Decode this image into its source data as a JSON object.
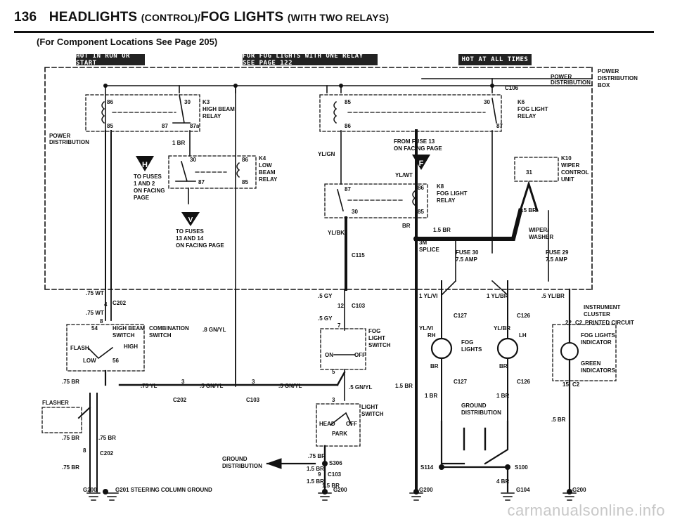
{
  "page": {
    "number": "136",
    "title_main": "HEADLIGHTS",
    "title_control": "(CONTROL)/",
    "title_fog": "FOG LIGHTS",
    "title_relays": "(WITH TWO RELAYS)",
    "subtitle": "(For Component Locations See Page 205)"
  },
  "bars": {
    "hot_in_run": "HOT IN RUN OR START",
    "fog_one_relay": "FOR FOG LIGHTS WITH ONE RELAY SEE PAGE 122",
    "hot_at_all": "HOT AT ALL TIMES"
  },
  "labels": {
    "power_dist_box_1": "POWER",
    "power_dist_box_2": "DISTRIBUTION",
    "power_dist_box_3": "BOX",
    "power_dist_r1": "POWER",
    "power_dist_r2": "DISTRIBUTION",
    "power_dist_l1": "POWER",
    "power_dist_l2": "DISTRIBUTION",
    "c106": "C106",
    "k3_1": "K3",
    "k3_2": "HIGH BEAM",
    "k3_3": "RELAY",
    "k4_1": "K4",
    "k4_2": "LOW",
    "k4_3": "BEAM",
    "k4_4": "RELAY",
    "k6_1": "K6",
    "k6_2": "FOG LIGHT",
    "k6_3": "RELAY",
    "k8_1": "K8",
    "k8_2": "FOG LIGHT",
    "k8_3": "RELAY",
    "k10_1": "K10",
    "k10_2": "WIPER",
    "k10_3": "CONTROL",
    "k10_4": "UNIT",
    "fuses_1_2_a": "TO FUSES",
    "fuses_1_2_b": "1 AND 2",
    "fuses_1_2_c": "ON FACING",
    "fuses_1_2_d": "PAGE",
    "fuses_13_14_a": "TO FUSES",
    "fuses_13_14_b": "13 AND 14",
    "fuses_13_14_c": "ON FACING PAGE",
    "fuse13_a": "FROM FUSE 13",
    "fuse13_b": "ON FACING PAGE",
    "fuse30_a": "FUSE 30",
    "fuse30_b": "7.5 AMP",
    "fuse29_a": "FUSE 29",
    "fuse29_b": "7.5 AMP",
    "wiper_washer_a": "WIPER/",
    "wiper_washer_b": "WASHER",
    "splice_a": "3M",
    "splice_b": "SPLICE",
    "combo_a": "COMBINATION",
    "combo_b": "SWITCH",
    "hb_sw_a": "HIGH BEAM",
    "hb_sw_b": "SWITCH",
    "flash": "FLASH",
    "high": "HIGH",
    "low": "LOW",
    "flasher": "FLASHER",
    "fog_sw_a": "FOG",
    "fog_sw_b": "LIGHT",
    "fog_sw_c": "SWITCH",
    "on": "ON",
    "off": "OFF",
    "light_sw_a": "LIGHT",
    "light_sw_b": "SWITCH",
    "head": "HEAD",
    "off2": "OFF",
    "park": "PARK",
    "rh": "RH",
    "lh": "LH",
    "fog_lights_a": "FOG",
    "fog_lights_b": "LIGHTS",
    "gnd_dist_a": "GROUND",
    "gnd_dist_b": "DISTRIBUTION",
    "gnd_dist2_a": "GROUND",
    "gnd_dist2_b": "DISTRIBUTION",
    "inst_a": "INSTRUMENT",
    "inst_b": "CLUSTER",
    "c2_a": "C2",
    "c2_b": "PRINTED CIRCUIT",
    "fog_ind_a": "FOG LIGHTS",
    "fog_ind_b": "INDICATOR",
    "green_a": "GREEN",
    "green_b": "INDICATORS",
    "c202": "C202",
    "c202b": "C202",
    "c202c": "C202",
    "c103": "C103",
    "c103b": "C103",
    "c103c": "C103",
    "c115": "C115",
    "c127": "C127",
    "c126": "C126",
    "c127b": "C127",
    "c126b": "C126",
    "s306": "S306",
    "s114": "S114",
    "s100": "S100",
    "g200a": "G200",
    "g200b": "G200",
    "g200c": "G200",
    "g200d": "G200",
    "g201": "G201 STEERING COLUMN GROUND",
    "g104": "G104",
    "c2b": "C2",
    "w_1br": "1 BR",
    "w_yl_gn": "YL/GN",
    "w_yl_wt": "YL/WT",
    "w_yl_bk": "YL/BK",
    "w_br": "BR",
    "w_15br_a": "1.5 BR",
    "w_15br_b": "1.5 BR",
    "w_15br_c": "1.5 BR",
    "w_75wt_a": ".75 WT",
    "w_75wt_b": ".75 WT",
    "w_8gnyl": ".8 GN/YL",
    "w_75yl": ".75 YL",
    "w_5gnyl_a": ".5 GN/YL",
    "w_5gnyl_b": ".5 GN/YL",
    "w_5gnyl_c": ".5 GN/YL",
    "w_5gy_a": ".5 GY",
    "w_5gy_b": ".5 GY",
    "w_1ylvi": "1 YL/VI",
    "w_1ylbr": "1 YL/BR",
    "w_5ylbr": ".5 YL/BR",
    "w_ylvi": "YL/VI",
    "w_ylbr": "YL/BR",
    "w_br2": "BR",
    "w_br3": "BR",
    "w_1br2": "1 BR",
    "w_1br3": "1 BR",
    "w_75br_a": ".75 BR",
    "w_75br_b": ".75 BR",
    "w_75br_c": ".75 BR",
    "w_75br_d": ".75 BR",
    "w_75br_e": ".75 BR",
    "w_5br": ".5 BR",
    "w_4br": "4 BR",
    "w_15br_d": "1.5 BR",
    "w_15br_e": "1.5 BR",
    "w_15br_f": "1.5 BR",
    "p3a": "3",
    "p3b": "3",
    "p3c": "3",
    "p5": "5",
    "p7": "7",
    "p8": "8",
    "p8b": "8",
    "p4": "4",
    "p12": "12",
    "p9": "9",
    "p22": "22",
    "p15": "15",
    "p54": "54",
    "p56": "56",
    "pin30a": "30",
    "pin86a": "86",
    "pin85a": "85",
    "pin87a": "87",
    "pin87a2": "87a",
    "pin30b": "30",
    "pin86b": "86",
    "pin85b": "85",
    "pin87b": "87",
    "pin85c": "85",
    "pin86c": "86",
    "pin30c": "30",
    "pin87c": "87",
    "pin87d": "87",
    "pin86d": "86",
    "pin30d": "30",
    "pin85d": "85",
    "pin31": "31"
  },
  "badges": {
    "h": "H",
    "f": "F",
    "v": "V"
  },
  "watermark": "carmanualsonline.info",
  "colors": {
    "ink": "#111111",
    "bar": "#222222",
    "watermark": "#c8c8c8"
  }
}
